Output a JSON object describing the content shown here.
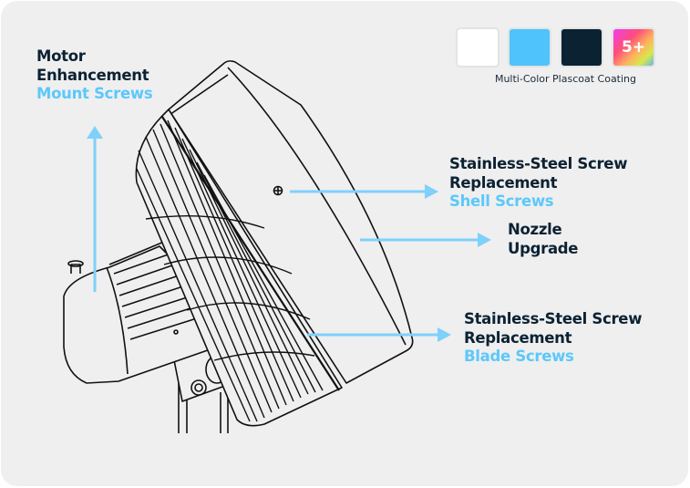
{
  "colors": {
    "accent": "#5cc8fb",
    "dark": "#0c2233",
    "background": "#efefef"
  },
  "swatches": [
    {
      "name": "white",
      "color": "#ffffff",
      "label": ""
    },
    {
      "name": "light-blue",
      "color": "#4fc3fb",
      "label": ""
    },
    {
      "name": "navy",
      "color": "#0b2233",
      "label": ""
    },
    {
      "name": "more-colors",
      "color": "gradient",
      "label": "5+"
    }
  ],
  "coating_label": "Multi-Color Plascoat Coating",
  "callouts": {
    "motor": {
      "line1": "Motor",
      "line2": "Enhancement",
      "highlight": "Mount Screws"
    },
    "shell": {
      "line1": "Stainless-Steel Screw",
      "line2": "Replacement",
      "highlight": "Shell Screws"
    },
    "nozzle": {
      "line1": "Nozzle",
      "line2": "Upgrade"
    },
    "blade": {
      "line1": "Stainless-Steel Screw",
      "line2": "Replacement",
      "highlight": "Blade Screws"
    }
  }
}
